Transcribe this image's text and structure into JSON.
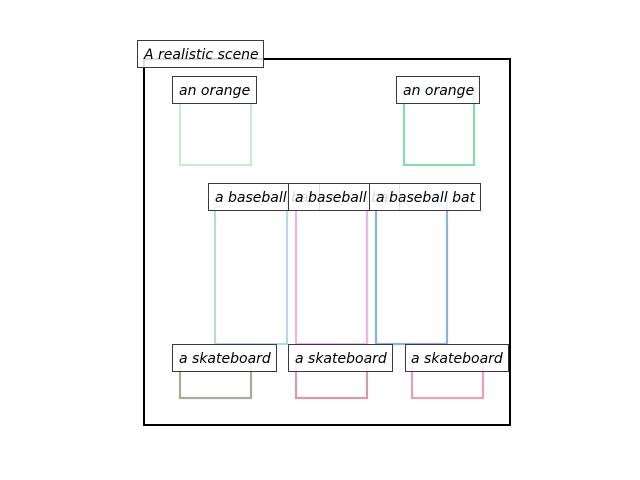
{
  "scene": {
    "title": "A realistic scene",
    "frame_color": "#000000"
  },
  "objects": [
    {
      "id": "orange-1",
      "label": "an orange",
      "color": "#bde8cc"
    },
    {
      "id": "orange-2",
      "label": "an orange",
      "color": "#72d596"
    },
    {
      "id": "bat-1",
      "label": "a baseball bat",
      "color": "#a6d3e2"
    },
    {
      "id": "bat-2",
      "label": "a baseball bat",
      "color": "#e9a7e2"
    },
    {
      "id": "bat-3",
      "label": "a baseball bat",
      "color": "#74a5d8"
    },
    {
      "id": "skateboard-1",
      "label": "a skateboard",
      "color": "#9a9d89"
    },
    {
      "id": "skateboard-2",
      "label": "a skateboard",
      "color": "#cf8a96"
    },
    {
      "id": "skateboard-3",
      "label": "a skateboard",
      "color": "#ea8ea4"
    }
  ]
}
